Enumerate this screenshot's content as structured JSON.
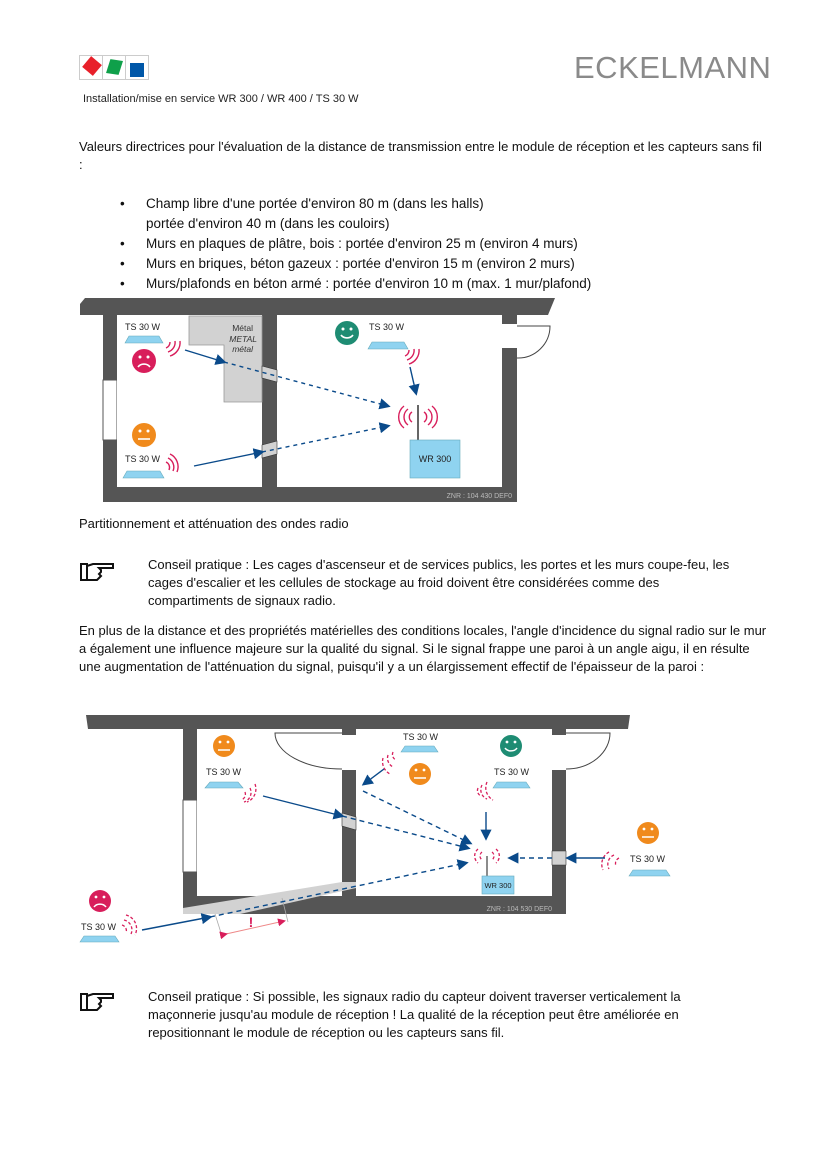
{
  "header": {
    "logo_colors": [
      "#e8202a",
      "#0fa04a",
      "#0057a8"
    ],
    "brand": "ECKELMANN",
    "subtitle": "Installation/mise en service WR 300 / WR 400 / TS 30 W"
  },
  "intro": "Valeurs directrices pour l'évaluation de la distance de transmission entre le module de réception et les capteurs sans fil :",
  "bullets": [
    {
      "line1": "Champ libre d'une portée d'environ 80 m (dans les halls)",
      "line2": "portée d'environ 40 m (dans les couloirs)"
    },
    {
      "line1": "Murs en plaques de plâtre, bois : portée d'environ 25 m (environ 4 murs)"
    },
    {
      "line1": "Murs en briques, béton gazeux : portée d'environ 15 m (environ 2 murs)"
    },
    {
      "line1": "Murs/plafonds en béton armé : portée d'environ 10 m (max. 1 mur/plafond)"
    }
  ],
  "diagram1": {
    "sensor_label": "TS 30 W",
    "metal_labels": [
      "Métal",
      "METAL",
      "métal"
    ],
    "receiver_label": "WR 300",
    "znr": "ZNR : 104 430 DEF0"
  },
  "caption": "Partitionnement et atténuation des ondes radio",
  "tip1": "Conseil pratique : Les cages d'ascenseur et de services publics, les portes et les murs coupe-feu, les cages d'escalier et les cellules de stockage au froid doivent être considérées comme des compartiments de signaux radio.",
  "paragraph2": "En plus de la distance et des propriétés matérielles des conditions locales, l'angle d'incidence du signal radio sur le mur a également une influence majeure sur la qualité du signal. Si le signal frappe une paroi à un angle aigu, il en résulte une augmentation de l'atténuation du signal, puisqu'il y a un élargissement effectif de l'épaisseur de la paroi :",
  "diagram2": {
    "sensor_label": "TS 30 W",
    "receiver_label": "WR 300",
    "znr": "ZNR : 104 530 DEF0",
    "warning": "!"
  },
  "tip2": "Conseil pratique : Si possible, les signaux radio du capteur doivent traverser verticalement la maçonnerie jusqu'au module de réception ! La qualité de la réception peut être améliorée en repositionnant le module de réception ou les capteurs sans fil.",
  "colors": {
    "wall": "#555555",
    "sensor": "#8fd3f0",
    "signal": "#d81e5b",
    "arrow": "#0a4a8a",
    "sad": "#d81e5b",
    "neutral": "#f08a1c",
    "happy": "#1e8c73"
  }
}
